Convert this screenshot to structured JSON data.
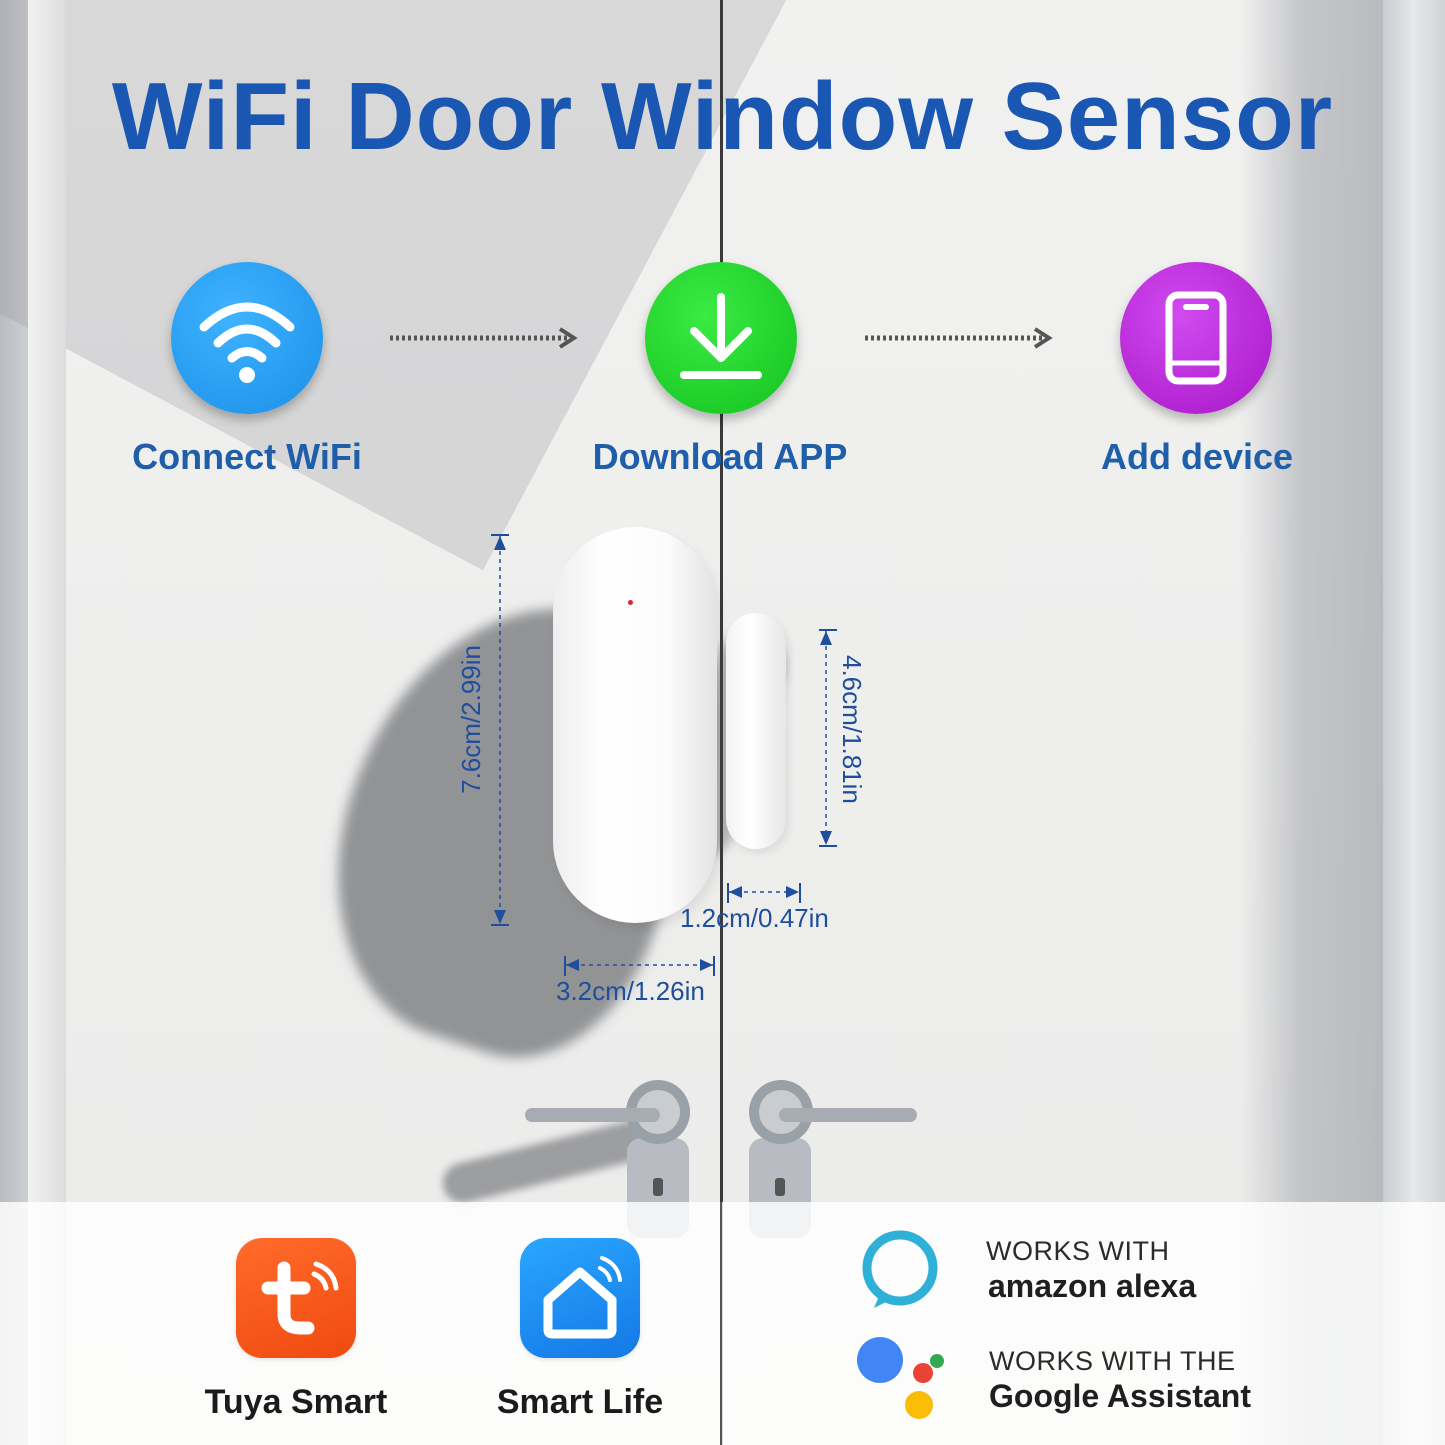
{
  "title": "WiFi Door Window Sensor",
  "steps": [
    {
      "label": "Connect WiFi",
      "icon": "wifi-icon",
      "color": "#1a9bf0"
    },
    {
      "label": "Download APP",
      "icon": "download-icon",
      "color": "#1ed62a"
    },
    {
      "label": "Add device",
      "icon": "phone-icon",
      "color": "#b41ed2"
    }
  ],
  "dimensions": {
    "main_height": "7.6cm/2.99in",
    "magnet_height": "4.6cm/1.81in",
    "magnet_width": "1.2cm/0.47in",
    "main_width": "3.2cm/1.26in"
  },
  "apps": [
    {
      "label": "Tuya Smart",
      "icon": "tuya-smart-icon",
      "color": "#ff5a1f"
    },
    {
      "label": "Smart Life",
      "icon": "smart-life-icon",
      "color": "#1b8cf2"
    }
  ],
  "compat": {
    "alexa": {
      "line1": "WORKS WITH",
      "line2": "amazon alexa",
      "icon": "alexa-icon",
      "color": "#2fb0d6"
    },
    "google": {
      "line1": "WORKS WITH THE",
      "line2": "Google Assistant",
      "icon": "google-assistant-icon",
      "colors": [
        "#4285f4",
        "#ea4335",
        "#fbbc05",
        "#34a853"
      ]
    }
  }
}
